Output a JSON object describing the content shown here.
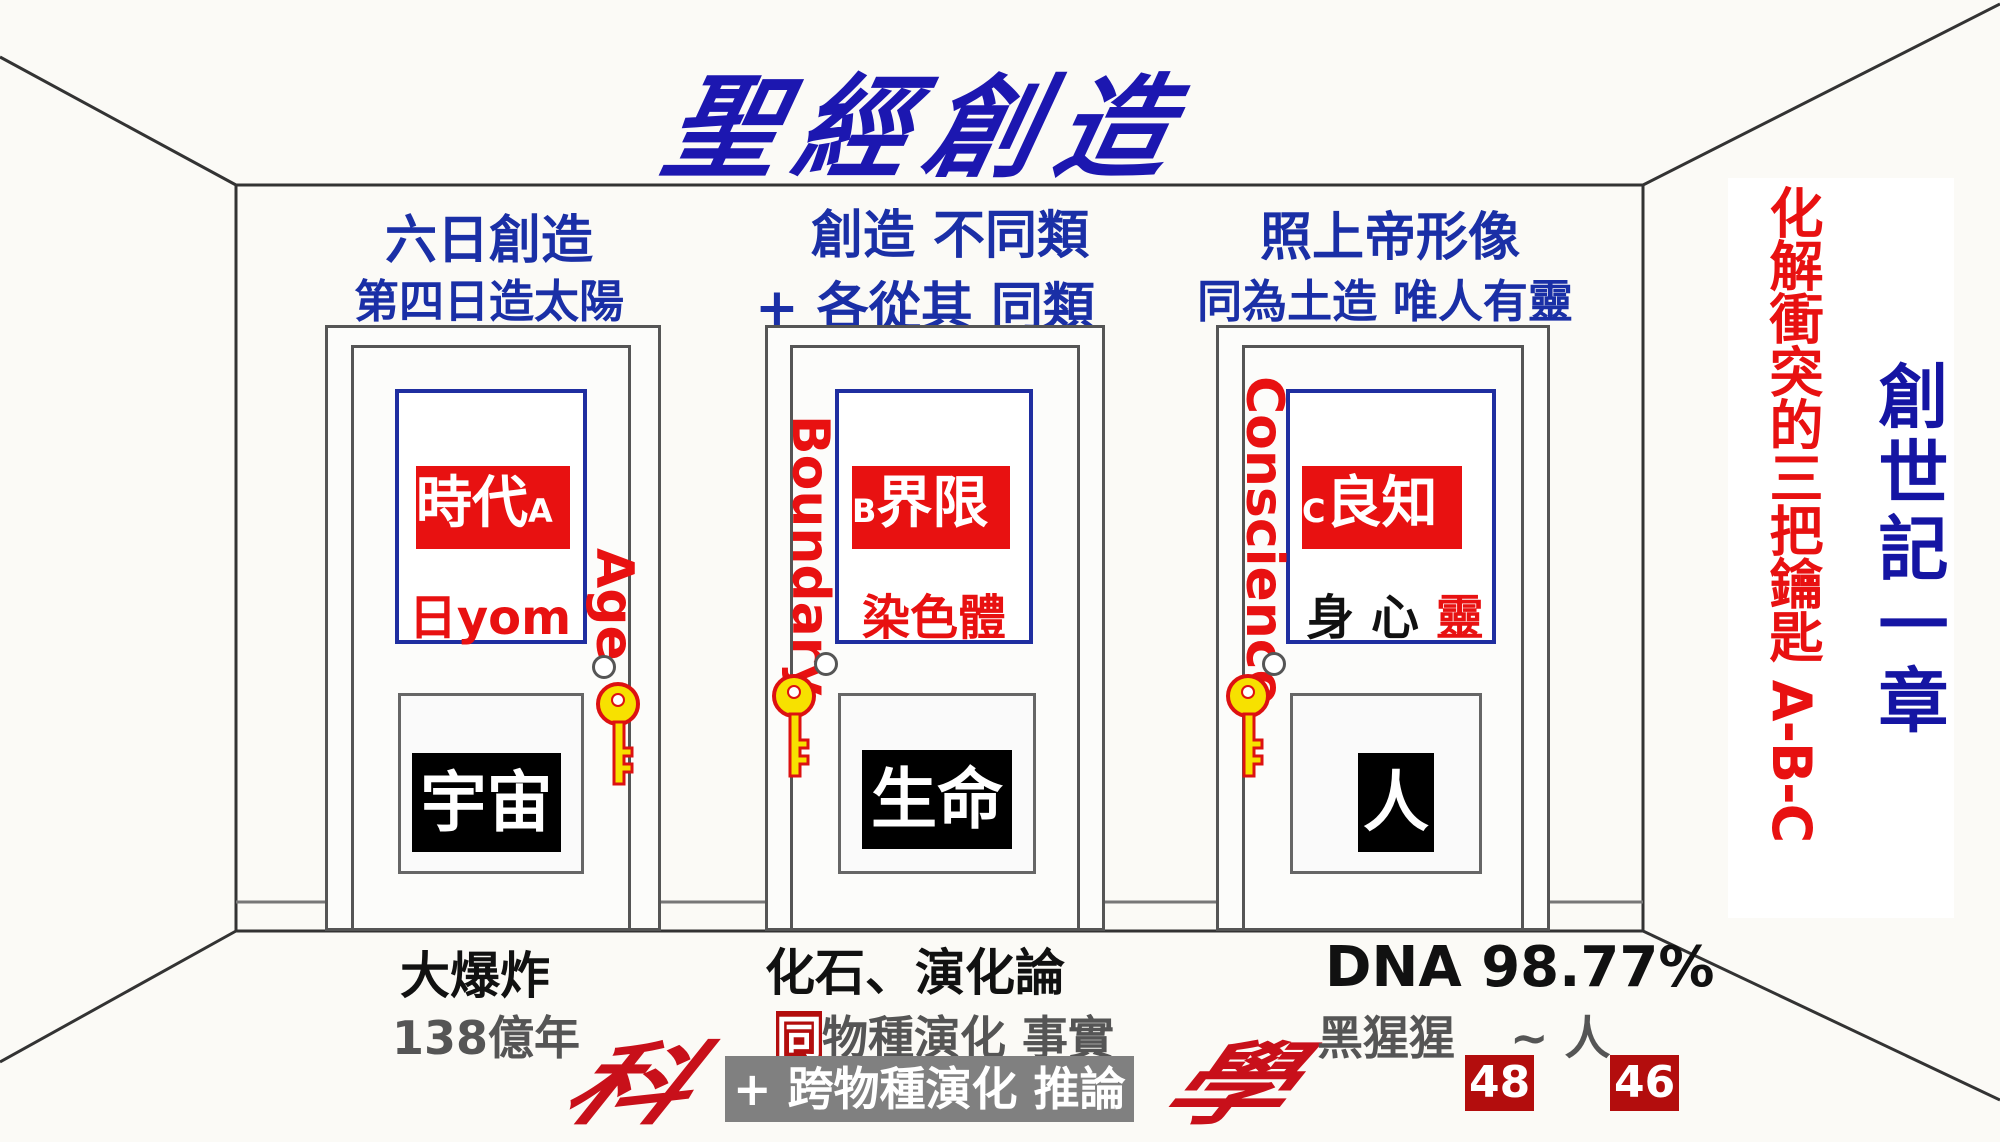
{
  "title": "聖經創造",
  "doors": [
    {
      "heading": "六日創造",
      "subheading": "第四日造太陽",
      "label": "時代",
      "letter": "A",
      "sub_label": "日yom",
      "vertical_word": "Age",
      "panel_label": "宇宙",
      "bottom_main": "大爆炸",
      "bottom_sub": "138億年"
    },
    {
      "heading": "創造 不同類",
      "subheading": "+ 各從其 同類",
      "label": "界限",
      "letter": "B",
      "sub_label": "染色體",
      "vertical_word": "Boundary",
      "panel_label": "生命",
      "bottom_main": "化石、演化論",
      "bottom_sub_highlight": "同",
      "bottom_sub": "物種演化 事實",
      "bottom_sub2": "+ 跨物種演化 推論"
    },
    {
      "heading": "照上帝形像",
      "subheading": "同為土造  唯人有靈",
      "label": "良知",
      "letter": "C",
      "sub_label_a": "身 心",
      "sub_label_b": "靈",
      "vertical_word": "Conscience",
      "panel_label": "人",
      "bottom_main": "DNA 98.77%",
      "bottom_sub_a": "黑猩猩",
      "bottom_sub_b": "~ 人",
      "num_a": "48",
      "num_b": "46"
    }
  ],
  "science_left": "科",
  "science_right": "學",
  "side": {
    "red_text": "化解衝突的三把鑰匙 A-B-C",
    "blue_text": "創世記一章"
  },
  "colors": {
    "blue": "#1c17b0",
    "red": "#e81111",
    "key": "#f7e100"
  }
}
